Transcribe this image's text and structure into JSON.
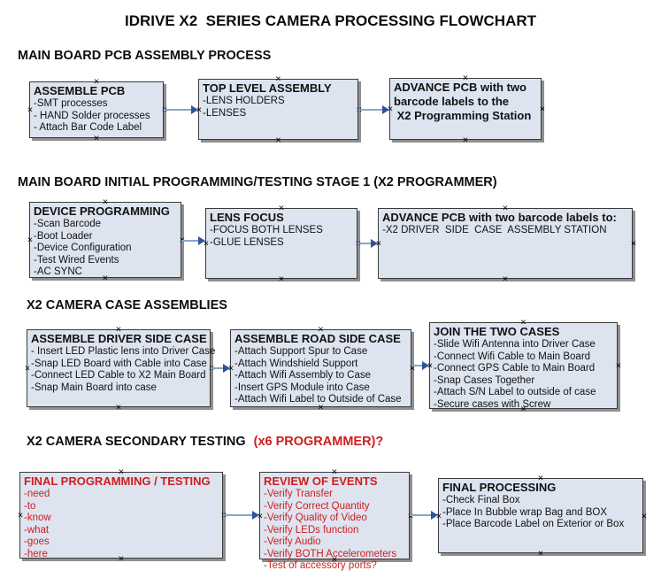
{
  "title": "IDRIVE X2  SERIES CAMERA PROCESSING FLOWCHART",
  "colors": {
    "box_fill": "#dde4f0",
    "box_border": "#3a3a3a",
    "shadow": "#8f8f8f",
    "arrow_line": "#8ba3c7",
    "arrow_head": "#31529b",
    "red": "#cf1d1d",
    "text": "#111111"
  },
  "icons": {
    "connection_point": "×"
  },
  "sections": [
    {
      "heading": "MAIN BOARD PCB ASSEMBLY PROCESS",
      "heading_red": "",
      "boxes": [
        {
          "title": "ASSEMBLE PCB",
          "title_extra": [],
          "items": [
            "-SMT processes",
            "- HAND Solder processes",
            "- Attach Bar Code Label"
          ],
          "color": "black"
        },
        {
          "title": "TOP LEVEL ASSEMBLY",
          "title_extra": [],
          "items": [
            "-LENS HOLDERS",
            "-LENSES"
          ],
          "color": "black"
        },
        {
          "title": "ADVANCE PCB with two",
          "title_extra": [
            "barcode labels to the",
            " X2 Programming Station"
          ],
          "items": [],
          "color": "black"
        }
      ]
    },
    {
      "heading": "MAIN BOARD INITIAL PROGRAMMING/TESTING STAGE 1 (X2 PROGRAMMER)",
      "heading_red": "",
      "boxes": [
        {
          "title": "DEVICE PROGRAMMING",
          "title_extra": [],
          "items": [
            "-Scan Barcode",
            "-Boot Loader",
            "-Device Configuration",
            "-Test Wired Events",
            "-AC SYNC"
          ],
          "color": "black"
        },
        {
          "title": "LENS FOCUS",
          "title_extra": [],
          "items": [
            "-FOCUS BOTH LENSES",
            "-GLUE LENSES"
          ],
          "color": "black"
        },
        {
          "title": "ADVANCE PCB with two barcode labels to:",
          "title_extra": [],
          "items": [
            "-X2 DRIVER  SIDE  CASE  ASSEMBLY STATION"
          ],
          "color": "black"
        }
      ]
    },
    {
      "heading": "X2 CAMERA CASE ASSEMBLIES",
      "heading_red": "",
      "boxes": [
        {
          "title": "ASSEMBLE DRIVER SIDE CASE",
          "title_extra": [],
          "items": [
            "- Insert LED Plastic lens into Driver Case",
            "-Snap LED Board with Cable into Case",
            "-Connect LED Cable to X2 Main Board",
            "-Snap Main Board into case"
          ],
          "color": "black"
        },
        {
          "title": "ASSEMBLE ROAD SIDE CASE",
          "title_extra": [],
          "items": [
            "-Attach Support Spur to Case",
            "-Attach Windshield Support",
            "-Attach Wifi Assembly to Case",
            "-Insert GPS Module into Case",
            "-Attach Wifi Label to Outside of Case"
          ],
          "color": "black"
        },
        {
          "title": "JOIN THE TWO CASES",
          "title_extra": [],
          "items": [
            "-Slide Wifi Antenna into Driver Case",
            "-Connect Wifi Cable to Main Board",
            "-Connect GPS Cable to Main Board",
            "-Snap Cases Together",
            "-Attach S/N Label to outside of case",
            "-Secure cases with Screw"
          ],
          "color": "black"
        }
      ]
    },
    {
      "heading": "X2 CAMERA SECONDARY TESTING",
      "heading_red": "(x6 PROGRAMMER)?",
      "boxes": [
        {
          "title": "FINAL PROGRAMMING / TESTING",
          "title_extra": [],
          "items": [
            "-need",
            "-to",
            "-know",
            "-what",
            "-goes",
            "-here"
          ],
          "color": "red"
        },
        {
          "title": "REVIEW OF EVENTS",
          "title_extra": [],
          "items": [
            "-Verify Transfer",
            "-Verify Correct Quantity",
            "-Verify Quality of Video",
            "-Verify LEDs function",
            "-Verify Audio",
            "-Verify BOTH Accelerometers",
            "-Test of accessory ports?"
          ],
          "color": "red"
        },
        {
          "title": "FINAL PROCESSING",
          "title_extra": [],
          "items": [
            "-Check Final Box",
            "-Place In Bubble wrap Bag and BOX",
            "-Place Barcode Label on Exterior or Box"
          ],
          "color": "black"
        }
      ]
    }
  ]
}
